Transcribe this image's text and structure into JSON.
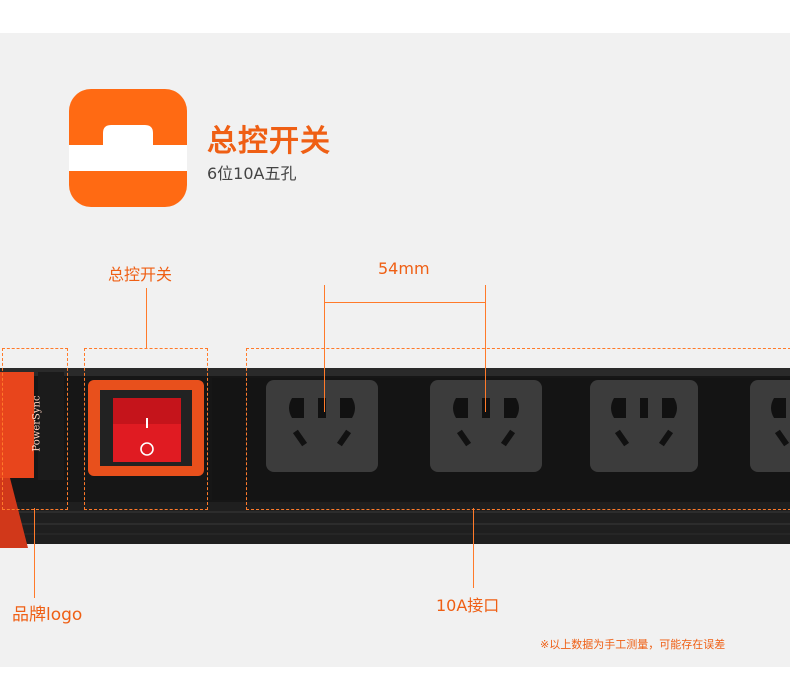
{
  "header": {
    "title": "总控开关",
    "subtitle": "6位10A五孔",
    "icon": "switch-icon"
  },
  "callouts": {
    "switch": "总控开关",
    "spacing": "54mm",
    "brand": "品牌logo",
    "sockets": "10A接口"
  },
  "product": {
    "brand_text": "PowerSync",
    "switch_on_mark": "I",
    "switch_off_mark": "O",
    "socket_count_visible": 4
  },
  "footnote": "※以上数据为手工测量，可能存在误差",
  "colors": {
    "accent": "#ef5f14",
    "switch_red": "#e01b22",
    "body_black": "#1a1a1a"
  }
}
